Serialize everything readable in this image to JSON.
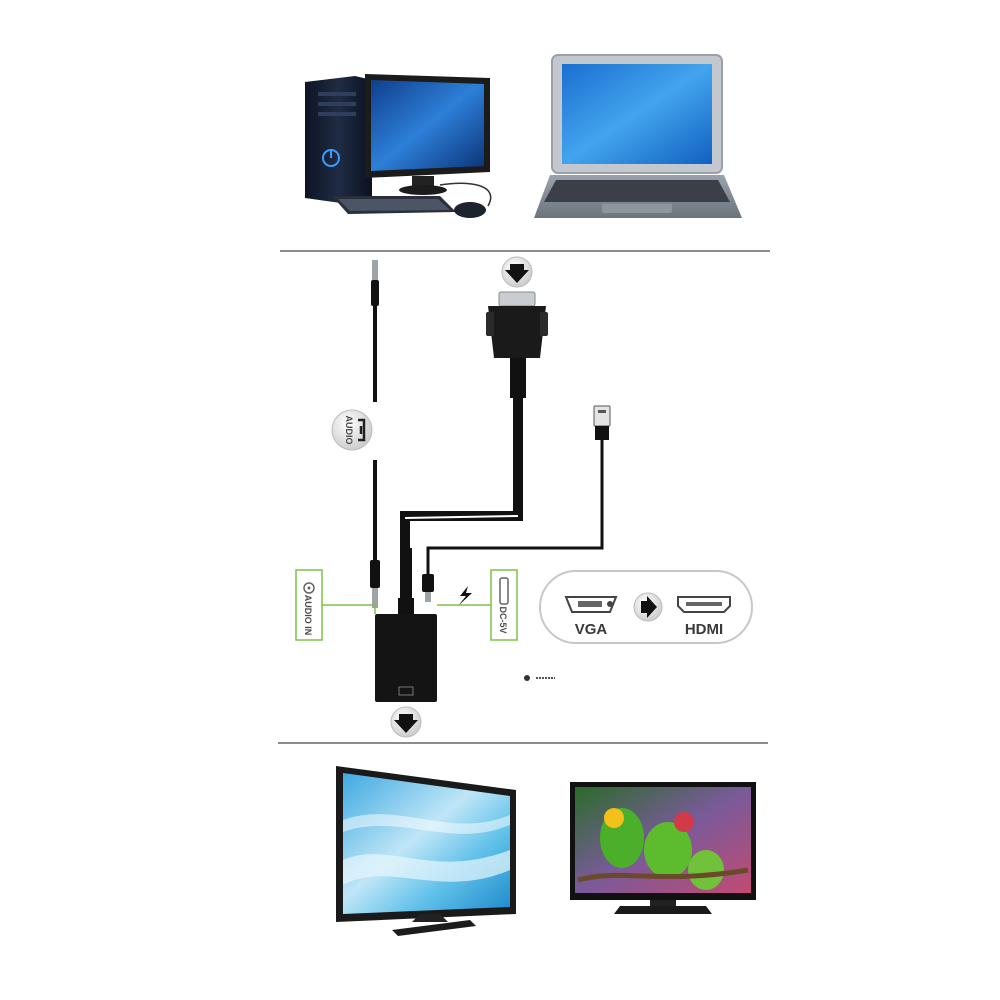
{
  "labels": {
    "audio_badge": "AUDIO",
    "audio_in": "AUDIO IN",
    "dc_5v": "DC-5V",
    "vga": "VGA",
    "hdmi": "HDMI"
  },
  "colors": {
    "accent_green": "#7dc242",
    "cable": "#111111",
    "divider": "#8c8c8c",
    "panel_stroke": "#c8c8c8",
    "badge_fill": "#e6e6e6"
  },
  "icons": [
    "desktop-computer-icon",
    "laptop-icon",
    "audio-jack-icon",
    "vga-plug-icon",
    "usb-plug-icon",
    "micro-usb-icon",
    "lightning-icon",
    "converter-box-icon",
    "hdmi-port-icon",
    "vga-port-icon",
    "arrow-down-icon",
    "arrow-right-icon",
    "monitor-icon",
    "tv-icon"
  ]
}
